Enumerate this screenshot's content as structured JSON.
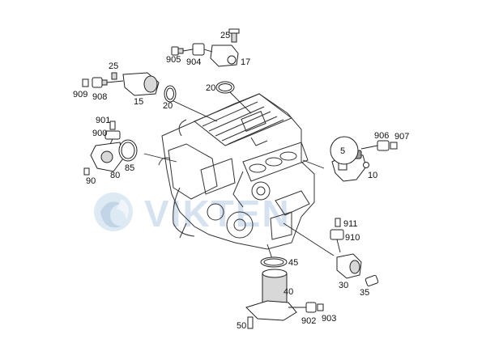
{
  "diagram": {
    "watermark": {
      "text": "VIKTEN",
      "color": "#b9cfe5",
      "icon": "swirl-logo-icon"
    },
    "highlight": {
      "part": "5",
      "color": "#d9333a"
    },
    "labels": [
      {
        "id": "25a",
        "text": "25"
      },
      {
        "id": "905",
        "text": "905"
      },
      {
        "id": "904",
        "text": "904"
      },
      {
        "id": "17",
        "text": "17"
      },
      {
        "id": "20a",
        "text": "20"
      },
      {
        "id": "25b",
        "text": "25"
      },
      {
        "id": "909",
        "text": "909"
      },
      {
        "id": "908",
        "text": "908"
      },
      {
        "id": "15",
        "text": "15"
      },
      {
        "id": "20b",
        "text": "20"
      },
      {
        "id": "901",
        "text": "901"
      },
      {
        "id": "900",
        "text": "900"
      },
      {
        "id": "80",
        "text": "80"
      },
      {
        "id": "85",
        "text": "85"
      },
      {
        "id": "90",
        "text": "90"
      },
      {
        "id": "906",
        "text": "906"
      },
      {
        "id": "907",
        "text": "907"
      },
      {
        "id": "5",
        "text": "5"
      },
      {
        "id": "10",
        "text": "10"
      },
      {
        "id": "911",
        "text": "911"
      },
      {
        "id": "910",
        "text": "910"
      },
      {
        "id": "45",
        "text": "45"
      },
      {
        "id": "30",
        "text": "30"
      },
      {
        "id": "35",
        "text": "35"
      },
      {
        "id": "40",
        "text": "40"
      },
      {
        "id": "50",
        "text": "50"
      },
      {
        "id": "902",
        "text": "902"
      },
      {
        "id": "903",
        "text": "903"
      }
    ]
  }
}
